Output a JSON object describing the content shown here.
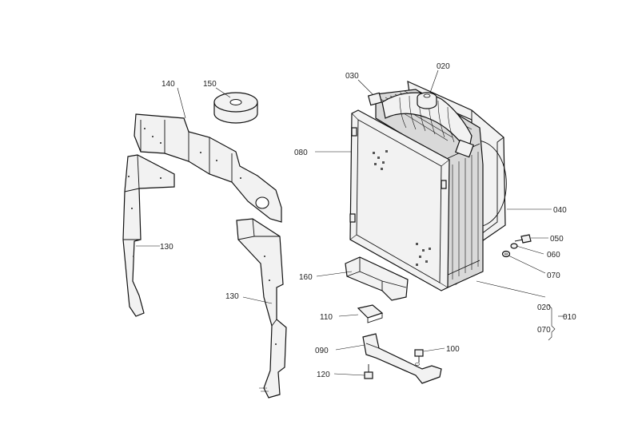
{
  "labels": {
    "p010": "010",
    "p020": "020",
    "p020b": "020",
    "p030": "030",
    "p040": "040",
    "p050": "050",
    "p060": "060",
    "p070": "070",
    "p070b": "070",
    "p080": "080",
    "p090": "090",
    "p100": "100",
    "p110": "110",
    "p120": "120",
    "p130a": "130",
    "p130b": "130",
    "p140": "140",
    "p150": "150",
    "p160": "160"
  }
}
